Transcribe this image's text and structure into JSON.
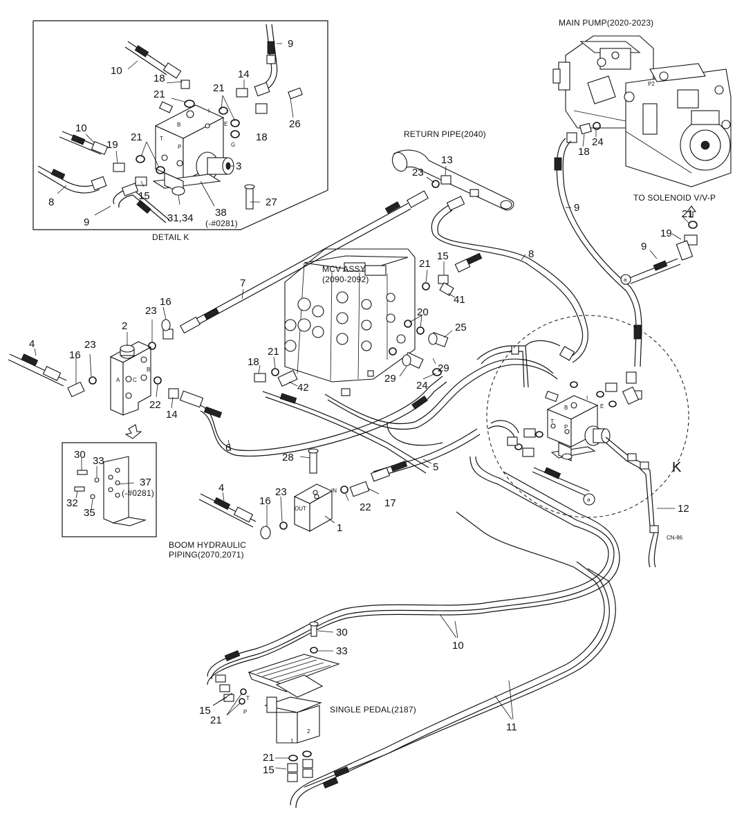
{
  "captions": {
    "main_pump": "MAIN PUMP(2020-2023)",
    "return_pipe": "RETURN PIPE(2040)",
    "to_solenoid": "TO SOLENOID V/V-P",
    "mcv_assy_1": "MCV ASSY",
    "mcv_assy_2": "(2090-2092)",
    "detail_k": "DETAIL K",
    "boom_1": "BOOM HYDRAULIC",
    "boom_2": "PIPING(2070,2071)",
    "single_pedal": "SINGLE PEDAL(2187)",
    "detail_k_marker": "K",
    "cn86": "CN-86"
  },
  "port_letters": {
    "B": "B",
    "I": "I",
    "E": "E",
    "G": "G",
    "T": "T",
    "P": "P",
    "A": "A",
    "C": "C",
    "OUT": "OUT",
    "IN": "IN",
    "one": "1",
    "two": "2",
    "a": "a",
    "P2": "P2"
  },
  "detail_k": {
    "n10a": "10",
    "n18a": "18",
    "n9a": "9",
    "n14": "14",
    "n21a": "21",
    "n21b": "21",
    "n26": "26",
    "n18b": "18",
    "n10b": "10",
    "n19": "19",
    "n21c": "21",
    "n3": "3",
    "n8": "8",
    "n15": "15",
    "n9b": "9",
    "n27": "27",
    "n3134": "31,34",
    "n38": "38",
    "n38b": "(-#0281)"
  },
  "main": {
    "n23a": "23",
    "n13": "13",
    "n18": "18",
    "n24": "24",
    "n9": "9",
    "n21t": "21",
    "n19t": "19",
    "n9t": "9",
    "n7": "7",
    "n8": "8",
    "n15": "15",
    "n21m": "21",
    "n41": "41",
    "n20": "20",
    "n25": "25",
    "n29a": "29",
    "n29b": "29",
    "n24b": "24",
    "n42": "42",
    "n18m": "18",
    "n21m2": "21",
    "n16a": "16",
    "n23b": "23",
    "n2": "2",
    "n4a": "4",
    "n16b": "16",
    "n23c": "23",
    "n22a": "22",
    "n14": "14",
    "n6": "6",
    "n28": "28",
    "n5": "5",
    "n4b": "4",
    "n16c": "16",
    "n23d": "23",
    "n1": "1",
    "n22b": "22",
    "n17": "17",
    "n12": "12",
    "n30a": "30",
    "n33a": "33",
    "n32": "32",
    "n35": "35",
    "n37": "37",
    "n37b": "(-#0281)",
    "n30b": "30",
    "n33b": "33",
    "n10": "10",
    "n11": "11",
    "n15a": "15",
    "n21a": "21",
    "n21b": "21",
    "n15b": "15"
  }
}
